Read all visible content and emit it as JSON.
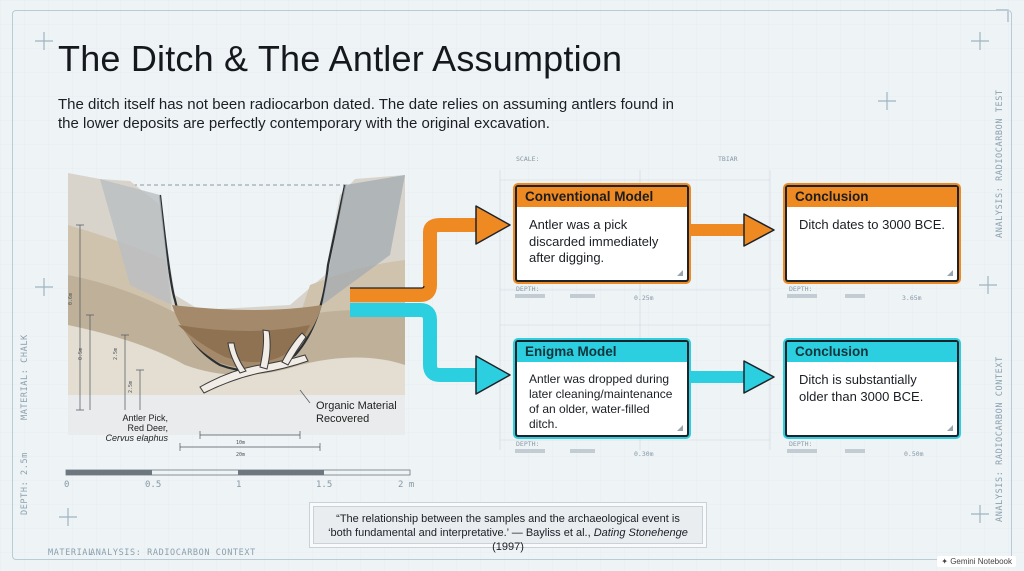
{
  "title": "The Ditch & The Antler Assumption",
  "subtitle": "The ditch itself has not been radiocarbon dated. The date relies on assuming antlers found in the lower deposits are perfectly contemporary with the original excavation.",
  "side_labels": {
    "left_material": "MATERIAL: CHALK",
    "left_depth": "DEPTH: 2.5m",
    "right_top": "ANALYSIS: RADIOCARBON TEST",
    "right_bottom": "ANALYSIS: RADIOCARBON CONTEXT",
    "bottom_left_prefix": "MATERIAL",
    "bottom_left": "ANALYSIS: RADIOCARBON CONTEXT"
  },
  "diagram": {
    "annotation_antler": [
      "Antler Pick,",
      "Red Deer,",
      "Cervus elaphus"
    ],
    "annotation_organic": [
      "Organic Material",
      "Recovered"
    ],
    "scale_ticks": [
      "0",
      "0.5",
      "1",
      "1.5",
      "2 m"
    ],
    "dim_labels": [
      "10m",
      "20m"
    ]
  },
  "models": {
    "scale_label": "SCALE:",
    "test_label": "TBIAR",
    "conventional": {
      "title": "Conventional Model",
      "body": "Antler was a pick discarded immediately after digging.",
      "depth_label": "DEPTH:",
      "depth_value": "0.25m",
      "color": "#ef8a23"
    },
    "conventional_conclusion": {
      "title": "Conclusion",
      "body": "Ditch dates to 3000 BCE.",
      "depth_label": "DEPTH:",
      "depth_value": "3.65m"
    },
    "enigma": {
      "title": "Enigma Model",
      "body": "Antler was dropped during later cleaning/maintenance of an older, water-filled ditch.",
      "depth_label": "DEPTH:",
      "depth_value": "0.30m",
      "color": "#2ccfe0"
    },
    "enigma_conclusion": {
      "title": "Conclusion",
      "body": "Ditch is substantially older than 3000 BCE.",
      "depth_label": "DEPTH:",
      "depth_value": "0.50m"
    }
  },
  "quote": {
    "line1": "“The relationship between the samples and the archaeological event is",
    "line2_prefix": "‘both fundamental and interpretative.’ — Bayliss et al., ",
    "line2_title": "Dating Stonehenge",
    "line2_suffix": " (1997)"
  },
  "badge": "Gemini Notebook"
}
